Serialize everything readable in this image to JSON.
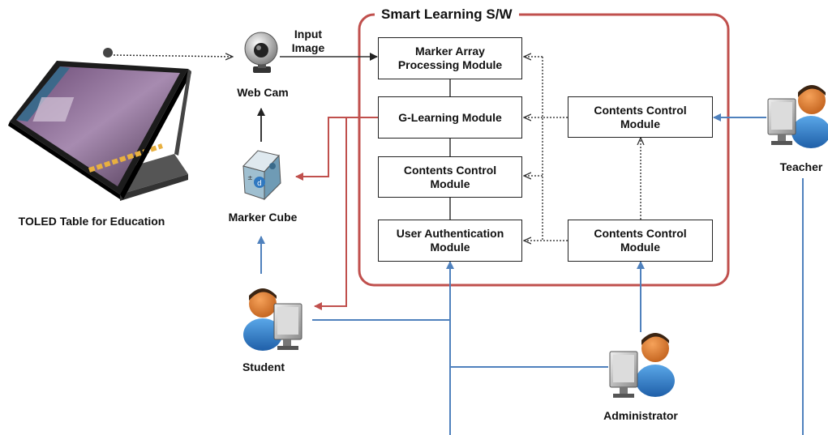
{
  "title": "Smart Learning S/W",
  "modules": {
    "marker_array": "Marker Array\nProcessing Module",
    "g_learning": "G-Learning Module",
    "contents_control_center": "Contents Control\nModule",
    "user_auth": "User Authentication\nModule",
    "contents_control_top_right": "Contents Control\nModule",
    "contents_control_bottom_right": "Contents Control\nModule"
  },
  "labels": {
    "input_image": "Input\nImage",
    "web_cam": "Web Cam",
    "marker_cube": "Marker Cube",
    "toled_table": "TOLED Table for Education",
    "teacher": "Teacher",
    "student": "Student",
    "administrator": "Administrator"
  },
  "icons": {
    "table": "toled-table-icon",
    "webcam": "webcam-icon",
    "cube": "marker-cube-icon",
    "teacher": "teacher-at-computer-icon",
    "student": "student-at-computer-icon",
    "admin": "administrator-at-computer-icon"
  },
  "colors": {
    "frame_red": "#c0504d",
    "arrow_blue": "#4f81bd",
    "text": "#111111"
  }
}
